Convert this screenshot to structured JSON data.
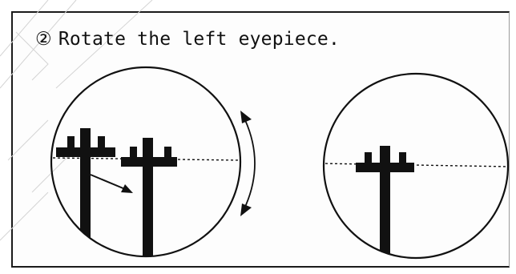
{
  "instruction": {
    "step_number": "②",
    "text": "Rotate the left eyepiece."
  },
  "colors": {
    "ink": "#111111",
    "frame": "#1a1a1a",
    "watermark": "#d8d8d8"
  },
  "illustration": {
    "left_view": "misaligned",
    "right_view": "aligned",
    "icons": [
      "utility-pole-icon",
      "rotate-arrow-icon",
      "shift-arrow-icon"
    ]
  }
}
